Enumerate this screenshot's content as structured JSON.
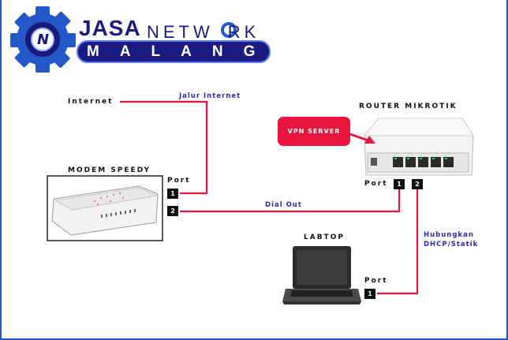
{
  "logo": {
    "word1": "JASA",
    "word2": "NETW",
    "word2_tail": "RK",
    "word3": "MALANG",
    "badge_letter": "N"
  },
  "internet": {
    "label": "Internet",
    "link_label": "Jalur Internet"
  },
  "modem": {
    "title": "MODEM SPEEDY",
    "port_label": "Port",
    "port1": "1",
    "port2": "2"
  },
  "router": {
    "title": "ROUTER MIKROTIK",
    "port_label": "Port",
    "port1": "1",
    "port2": "2"
  },
  "vpn": {
    "label": "VPN SERVER"
  },
  "dial_out": {
    "label": "Dial Out"
  },
  "link_router_laptop": {
    "line1": "Hubungkan",
    "line2": "DHCP/Statik"
  },
  "laptop": {
    "title": "LABTOP",
    "port_label": "Port",
    "port1": "1"
  },
  "colors": {
    "brand_blue": "#1f56c9",
    "navy": "#1a1a80",
    "link_red": "#e8163f",
    "label_blue": "#2b2bb8"
  }
}
